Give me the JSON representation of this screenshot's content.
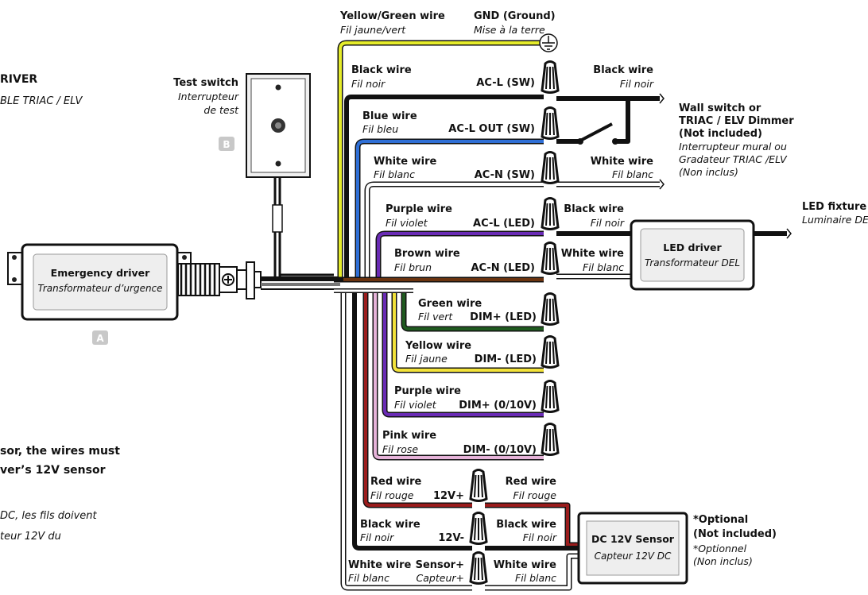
{
  "header": {
    "title_fragment": "RIVER",
    "subtitle_fragment": "BLE TRIAC / ELV"
  },
  "test_switch": {
    "label": "Test switch",
    "label_fr_1": "Interrupteur",
    "label_fr_2": "de test",
    "badge": "B"
  },
  "emergency_driver": {
    "label": "Emergency driver",
    "label_fr": "Transformateur d’urgence",
    "badge": "A"
  },
  "top_wire": {
    "label": "Yellow/Green wire",
    "label_fr": "Fil jaune/vert"
  },
  "ground": {
    "label": "GND (Ground)",
    "label_fr": "Mise à la terre"
  },
  "left_wires": [
    {
      "label": "Black wire",
      "label_fr": "Fil noir",
      "terminal": "AC-L (SW)"
    },
    {
      "label": "Blue wire",
      "label_fr": "Fil bleu",
      "terminal": "AC-L OUT (SW)"
    },
    {
      "label": "White wire",
      "label_fr": "Fil blanc",
      "terminal": "AC-N (SW)"
    },
    {
      "label": "Purple wire",
      "label_fr": "Fil violet",
      "terminal": "AC-L (LED)"
    },
    {
      "label": "Brown wire",
      "label_fr": "Fil brun",
      "terminal": "AC-N (LED)"
    },
    {
      "label": "Green wire",
      "label_fr": "Fil vert",
      "terminal": "DIM+ (LED)"
    },
    {
      "label": "Yellow wire",
      "label_fr": "Fil jaune",
      "terminal": "DIM- (LED)"
    },
    {
      "label": "Purple wire",
      "label_fr": "Fil violet",
      "terminal": "DIM+ (0/10V)"
    },
    {
      "label": "Pink wire",
      "label_fr": "Fil rose",
      "terminal": "DIM- (0/10V)"
    },
    {
      "label": "Red wire",
      "label_fr": "Fil rouge",
      "terminal": "12V+"
    },
    {
      "label": "Black wire",
      "label_fr": "Fil noir",
      "terminal": "12V-"
    },
    {
      "label": "White wire",
      "label_fr": "Fil blanc",
      "terminal": "Sensor+",
      "terminal_fr": "Capteur+"
    }
  ],
  "right_wires": [
    {
      "label": "Black wire",
      "label_fr": "Fil noir"
    },
    {
      "label": "White wire",
      "label_fr": "Fil blanc"
    },
    {
      "label": "Black wire",
      "label_fr": "Fil noir"
    },
    {
      "label": "White wire",
      "label_fr": "Fil blanc"
    },
    {
      "label": "Red wire",
      "label_fr": "Fil rouge"
    },
    {
      "label": "Black wire",
      "label_fr": "Fil noir"
    },
    {
      "label": "White wire",
      "label_fr": "Fil blanc"
    }
  ],
  "wall_switch": {
    "line1": "Wall switch or",
    "line2": "TRIAC / ELV Dimmer",
    "line3": "(Not included)",
    "fr1": "Interrupteur mural ou",
    "fr2": "Gradateur TRIAC /ELV",
    "fr3": "(Non inclus)"
  },
  "led_driver": {
    "label": "LED driver",
    "label_fr": "Transformateur DEL"
  },
  "led_fixture": {
    "label": "LED fixture",
    "label_fr": "Luminaire DEL"
  },
  "sensor": {
    "label": "DC 12V Sensor",
    "label_fr": "Capteur 12V DC"
  },
  "optional": {
    "line1": "*Optional",
    "line2": "(Not included)",
    "fr1": "*Optionnel",
    "fr2": "(Non inclus)"
  },
  "note": {
    "en1": "sor, the wires must",
    "en2": "ver’s 12V sensor",
    "fr1": "DC, les fils doivent",
    "fr2": "teur 12V du"
  },
  "colors": {
    "black": "#111111",
    "blue": "#2f6fd6",
    "purple": "#6a2bb5",
    "brown": "#6b3410",
    "green": "#1f5a1f",
    "yellow": "#f2e23a",
    "pink": "#e6b3d9",
    "red": "#9b1c1c",
    "yellow_green": "#e5ec2a",
    "box_fill": "#eeeeee",
    "badge": "#c8c8c8"
  }
}
